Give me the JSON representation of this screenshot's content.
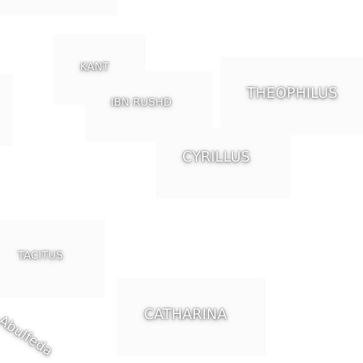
{
  "map": {
    "background_color": "#ffffff",
    "label_color": "#ffffff",
    "labels": {
      "kant": "KANT",
      "ibn_rushd": "IBN RUSHD",
      "theophilus": "THEOPHILUS",
      "cyrillus": "CYRILLUS",
      "tacitus": "TACITUS",
      "abulfeda": "Catena Abulfeda",
      "catharina": "CATHARINA"
    }
  }
}
